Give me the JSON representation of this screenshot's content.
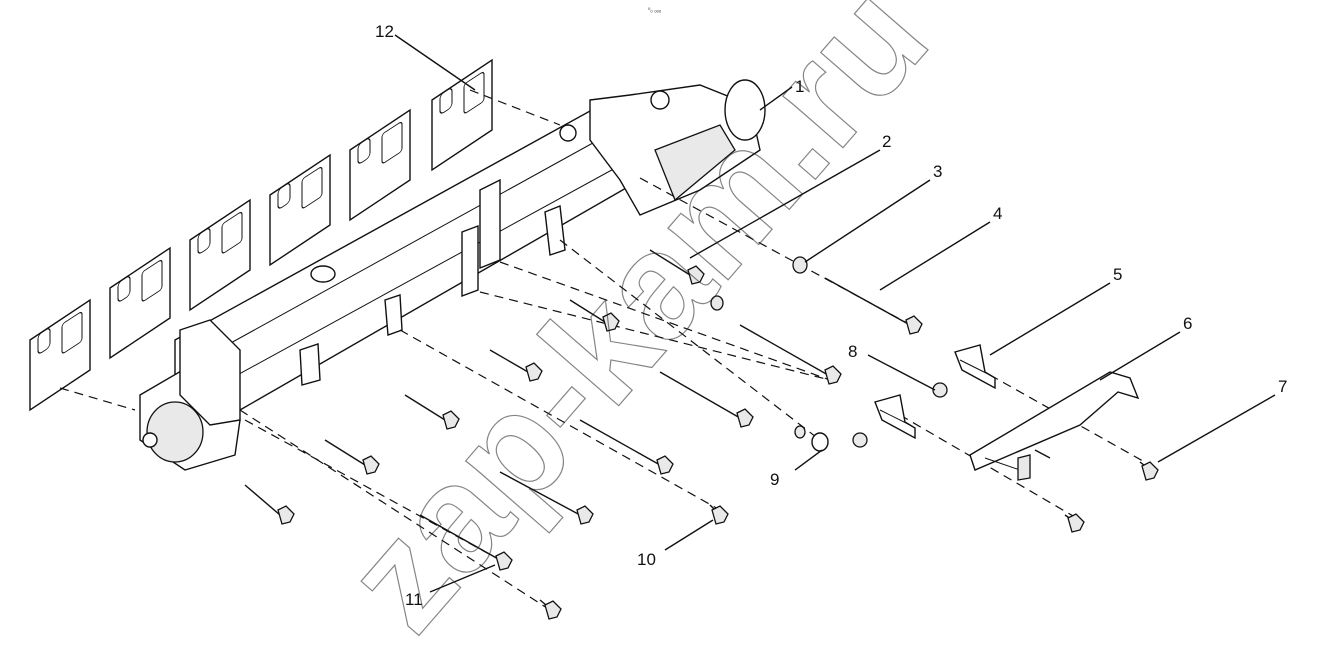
{
  "header": {
    "tiny_text": "⁰ₒ ₒₒₒ"
  },
  "watermark": {
    "text": "zap-kam.ru"
  },
  "callouts": [
    {
      "id": "1",
      "label": "1"
    },
    {
      "id": "2",
      "label": "2"
    },
    {
      "id": "3",
      "label": "3"
    },
    {
      "id": "4",
      "label": "4"
    },
    {
      "id": "5",
      "label": "5"
    },
    {
      "id": "6",
      "label": "6"
    },
    {
      "id": "7",
      "label": "7"
    },
    {
      "id": "8",
      "label": "8"
    },
    {
      "id": "9",
      "label": "9"
    },
    {
      "id": "10",
      "label": "10"
    },
    {
      "id": "11",
      "label": "11"
    },
    {
      "id": "12",
      "label": "12"
    }
  ],
  "colors": {
    "ink": "#111111",
    "background": "#ffffff",
    "shade": "#e9e9e9"
  }
}
